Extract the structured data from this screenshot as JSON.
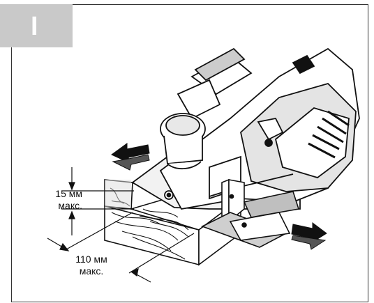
{
  "figure": {
    "section_letter": "I",
    "depth_label_1": "15 мм",
    "depth_label_2": "макс.",
    "width_label_1": "110 мм",
    "width_label_2": "макс."
  },
  "colors": {
    "tab": "#c9c9c9",
    "line": "#111111",
    "grey": "#888888"
  }
}
